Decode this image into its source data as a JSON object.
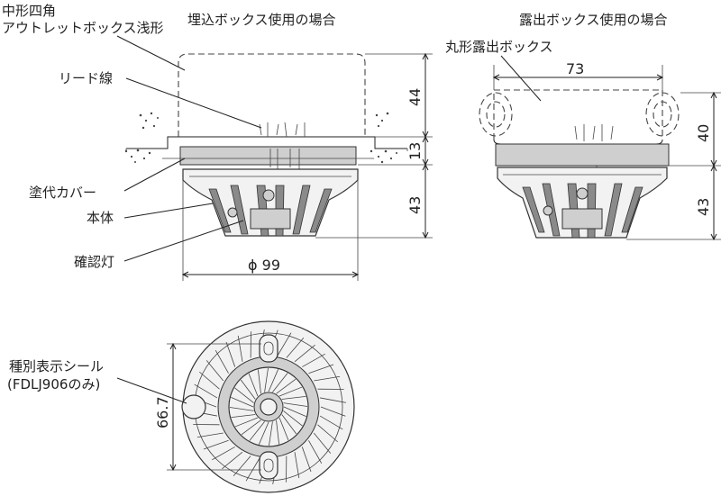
{
  "titles": {
    "buried_box_usage": "埋込ボックス使用の場合",
    "exposed_box_usage": "露出ボックス使用の場合"
  },
  "labels": {
    "medium_square_box_line1": "中形四角",
    "medium_square_box_line2": "アウトレットボックス浅形",
    "lead_wire": "リード線",
    "cover": "塗代カバー",
    "main_body": "本体",
    "indicator_lamp": "確認灯",
    "round_exposed_box": "丸形露出ボックス",
    "type_label_seal": "種別表示シール",
    "model_note": "(FDLJ906のみ)"
  },
  "dimensions": {
    "box_height": "44",
    "cover_height": "13",
    "body_height_left": "43",
    "diameter": "ϕ 99",
    "exposed_width": "73",
    "exposed_box_height": "40",
    "body_height_right": "43",
    "bottom_view_height": "66.7"
  }
}
